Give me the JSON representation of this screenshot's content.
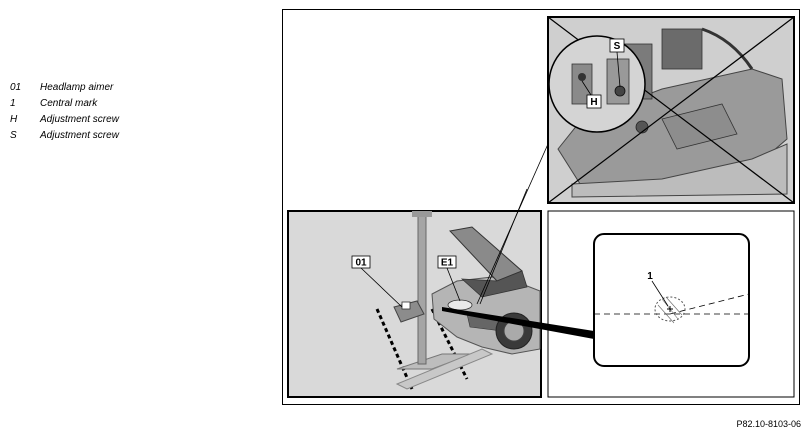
{
  "legend": [
    {
      "key": "01",
      "label": "Headlamp aimer"
    },
    {
      "key": "1",
      "label": "Central mark"
    },
    {
      "key": "H",
      "label": "Adjustment screw"
    },
    {
      "key": "S",
      "label": "Adjustment screw"
    }
  ],
  "figure": {
    "callouts": {
      "aimer": "01",
      "headlamp": "E1",
      "screw_s": "S",
      "screw_h": "H",
      "central_mark": "1"
    }
  },
  "doc_code": "P82.10-8103-06"
}
